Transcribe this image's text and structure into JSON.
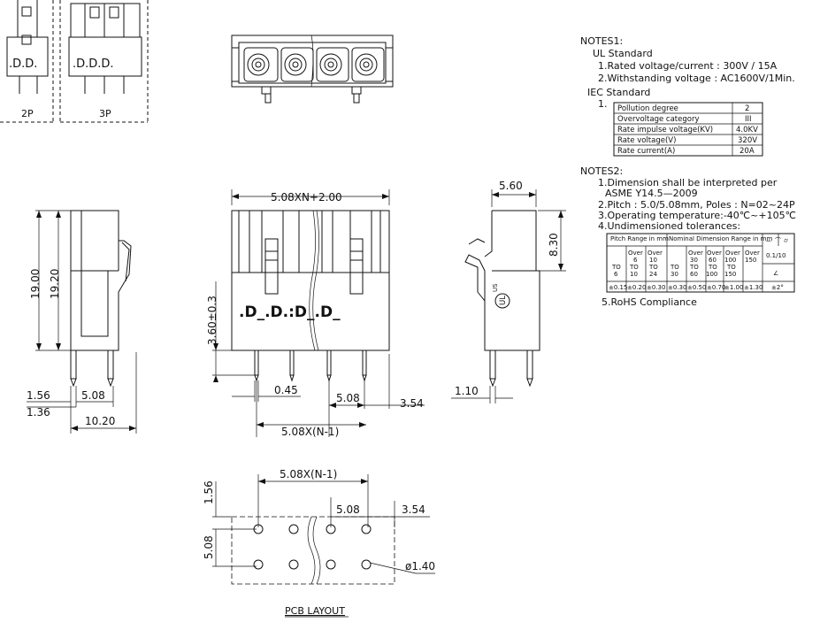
{
  "views": {
    "mini_2p_label": "2P",
    "mini_3p_label": "3P",
    "front_width_dim": "5.08XN+2.00",
    "front_height_dim": "3.60±0.3",
    "front_pin_dim": "0.45",
    "front_pitch_dim": "5.08",
    "front_edge_dim": "3.54",
    "front_span_dim": "5.08X(N-1)",
    "left_h1_dim": "19.00",
    "left_h2_dim": "19.20",
    "left_a_dim": "1.56",
    "left_b_dim": "1.36",
    "left_pitch_dim": "5.08",
    "left_width_dim": "10.20",
    "right_top_dim": "5.60",
    "right_h_dim": "8.30",
    "right_pin_dim": "1.10",
    "pcb_span_dim": "5.08X(N-1)",
    "pcb_pitch_h_dim": "5.08",
    "pcb_edge_dim": "3.54",
    "pcb_top_dim": "1.56",
    "pcb_pitch_v_dim": "5.08",
    "pcb_hole_dim": "ø1.40",
    "pcb_title": "PCB LAYOUT",
    "ul_mark": "US"
  },
  "notes1": {
    "title": "NOTES1:",
    "ul_title": "UL Standard",
    "ul_lines": [
      "1.Rated voltage/current : 300V / 15A",
      "2.Withstanding voltage : AC1600V/1Min."
    ],
    "iec_title": "IEC Standard",
    "iec_index": "1.",
    "iec_table": [
      [
        "Pollution degree",
        "2"
      ],
      [
        "Overvoltage category",
        "III"
      ],
      [
        "Rate impulse voltage(KV)",
        "4.0KV"
      ],
      [
        "Rate voltage(V)",
        "320V"
      ],
      [
        "Rate current(A)",
        "20A"
      ]
    ]
  },
  "notes2": {
    "title": "NOTES2:",
    "lines": [
      "1.Dimension shall be interpreted per",
      "ASME Y14.5—2009",
      "2.Pitch : 5.0/5.08mm, Poles : N=02~24P",
      "3.Operating temperature:-40℃~+105℃",
      "4.Undimensioned tolerances:"
    ],
    "tol_head_pitch": "Pitch Range in mm",
    "tol_head_nominal": "Nominal Dimension Range in mm",
    "tol_pitch_cols": [
      [
        "",
        "TO",
        "6"
      ],
      [
        "Over",
        "6",
        "TO",
        "10"
      ],
      [
        "Over",
        "10",
        "TO",
        "24"
      ]
    ],
    "tol_nom_cols": [
      [
        "",
        "TO",
        "30"
      ],
      [
        "Over",
        "30",
        "TO",
        "60"
      ],
      [
        "Over",
        "60",
        "TO",
        "100"
      ],
      [
        "Over",
        "100",
        "TO",
        "150"
      ],
      [
        "Over",
        "150"
      ]
    ],
    "tol_values": [
      "±0.15",
      "±0.20",
      "±0.30",
      "±0.30",
      "±0.50",
      "±0.70",
      "±1.00",
      "±1.30"
    ],
    "tol_flat": "0.1/10",
    "tol_angle": "±2°",
    "rohs": "5.RoHS Compliance"
  }
}
